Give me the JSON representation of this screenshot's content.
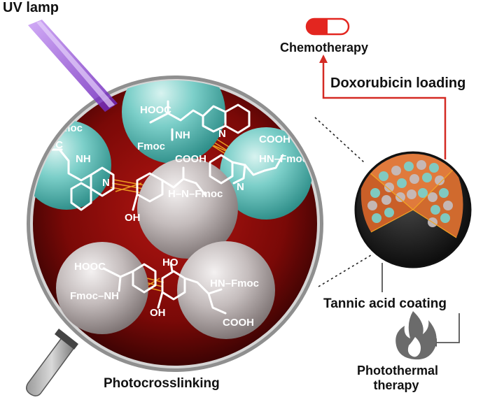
{
  "labels": {
    "uv_lamp": "UV lamp",
    "chemotherapy": "Chemotherapy",
    "doxorubicin_loading": "Doxorubicin loading",
    "tannic_acid_coating": "Tannic acid coating",
    "photothermal_line1": "Photothermal",
    "photothermal_line2": "therapy",
    "photocrosslinking": "Photocrosslinking"
  },
  "chemistry": {
    "hooc": "HOOC",
    "cooh": "COOH",
    "fmoc": "Fmoc",
    "nh": "NH",
    "hn_fmoc": "HN–Fmoc",
    "fmoc_nh": "Fmoc–NH",
    "oh": "OH",
    "ho": "HO",
    "n": "N",
    "h_n_fmoc": "H–N–Fmoc"
  },
  "colors": {
    "lens_fill": "#8b0d0b",
    "lens_dark": "#2a0202",
    "rim": "#8a8a8a",
    "handle": "#777777",
    "teal_sphere": "#6fc9c4",
    "grey_sphere": "#c9c2c2",
    "crosslink": "#f2a623",
    "capsule_red": "#e32620",
    "arrow_red": "#d42a23",
    "uv_beam": "#8c3fd6",
    "flame": "#666666",
    "nanoparticle_shell": "#1e1e1e",
    "nanoparticle_inner": "#e07a3c"
  },
  "icons": [
    "capsule-icon",
    "flame-icon",
    "uv-lamp-beam",
    "magnifier-handle"
  ]
}
